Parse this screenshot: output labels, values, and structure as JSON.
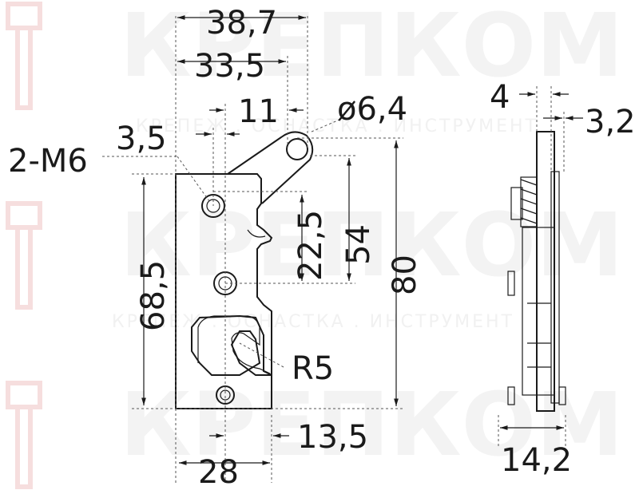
{
  "watermark": {
    "brand": "КРЕПКОМ",
    "tagline": "КРЕПЕЖ . ОСНАСТКА . ИНСТРУМЕНТ"
  },
  "front_view": {
    "thread_label": "2-M6",
    "hole_diameter": "ø6,4",
    "radius": "R5",
    "width_overall": "38,7",
    "width_pivot": "33,5",
    "offset_11": "11",
    "offset_3_5": "3,5",
    "height_22_5": "22,5",
    "height_54": "54",
    "height_80": "80",
    "height_68_5": "68,5",
    "bottom_13_5": "13,5",
    "bottom_28": "28"
  },
  "side_view": {
    "thickness_4": "4",
    "thickness_3_2": "3,2",
    "width_14_2": "14,2"
  }
}
